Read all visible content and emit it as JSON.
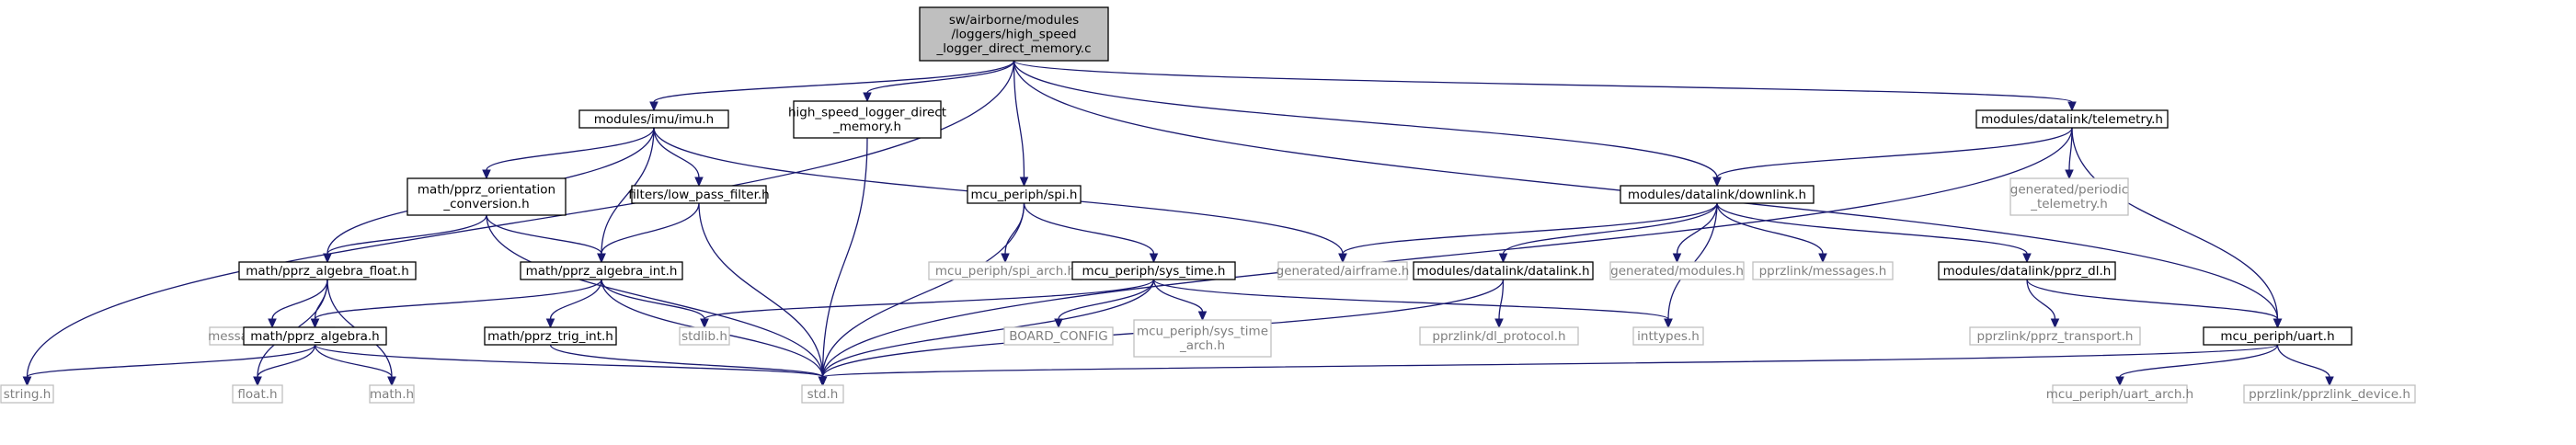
{
  "graph": {
    "nodes": [
      {
        "id": "root",
        "style": "root",
        "lines": [
          "sw/airborne/modules",
          "/loggers/high_speed",
          "_logger_direct_memory.c"
        ]
      },
      {
        "id": "imu",
        "style": "dark",
        "lines": [
          "modules/imu/imu.h"
        ]
      },
      {
        "id": "hsl",
        "style": "dark",
        "lines": [
          "high_speed_logger_direct",
          "_memory.h"
        ]
      },
      {
        "id": "telemetry",
        "style": "dark",
        "lines": [
          "modules/datalink/telemetry.h"
        ]
      },
      {
        "id": "spi",
        "style": "dark",
        "lines": [
          "mcu_periph/spi.h"
        ]
      },
      {
        "id": "orient",
        "style": "dark",
        "lines": [
          "math/pprz_orientation",
          "_conversion.h"
        ]
      },
      {
        "id": "lpf",
        "style": "dark",
        "lines": [
          "filters/low_pass_filter.h"
        ]
      },
      {
        "id": "downlink",
        "style": "dark",
        "lines": [
          "modules/datalink/downlink.h"
        ]
      },
      {
        "id": "periodic",
        "style": "grey",
        "lines": [
          "generated/periodic",
          "_telemetry.h"
        ]
      },
      {
        "id": "algfloat",
        "style": "dark",
        "lines": [
          "math/pprz_algebra_float.h"
        ]
      },
      {
        "id": "algint",
        "style": "dark",
        "lines": [
          "math/pprz_algebra_int.h"
        ]
      },
      {
        "id": "spiarch",
        "style": "grey",
        "lines": [
          "mcu_periph/spi_arch.h"
        ]
      },
      {
        "id": "systime",
        "style": "dark",
        "lines": [
          "mcu_periph/sys_time.h"
        ]
      },
      {
        "id": "airframe",
        "style": "grey",
        "lines": [
          "generated/airframe.h"
        ]
      },
      {
        "id": "datalink",
        "style": "dark",
        "lines": [
          "modules/datalink/datalink.h"
        ]
      },
      {
        "id": "genmodules",
        "style": "grey",
        "lines": [
          "generated/modules.h"
        ]
      },
      {
        "id": "messages",
        "style": "grey",
        "lines": [
          "pprzlink/messages.h"
        ]
      },
      {
        "id": "pprzdl",
        "style": "dark",
        "lines": [
          "modules/datalink/pprz_dl.h"
        ]
      },
      {
        "id": "pragmas",
        "style": "grey",
        "lines": [
          "message_pragmas.h"
        ]
      },
      {
        "id": "algebra",
        "style": "dark",
        "lines": [
          "math/pprz_algebra.h"
        ]
      },
      {
        "id": "trigint",
        "style": "dark",
        "lines": [
          "math/pprz_trig_int.h"
        ]
      },
      {
        "id": "stdlib",
        "style": "grey",
        "lines": [
          "stdlib.h"
        ]
      },
      {
        "id": "boardcfg",
        "style": "grey",
        "lines": [
          "BOARD_CONFIG"
        ]
      },
      {
        "id": "systimearch",
        "style": "grey",
        "lines": [
          "mcu_periph/sys_time",
          "_arch.h"
        ]
      },
      {
        "id": "inttypes",
        "style": "grey",
        "lines": [
          "inttypes.h"
        ]
      },
      {
        "id": "dlproto",
        "style": "grey",
        "lines": [
          "pprzlink/dl_protocol.h"
        ]
      },
      {
        "id": "transport",
        "style": "grey",
        "lines": [
          "pprzlink/pprz_transport.h"
        ]
      },
      {
        "id": "uart",
        "style": "dark",
        "lines": [
          "mcu_periph/uart.h"
        ]
      },
      {
        "id": "string",
        "style": "grey",
        "lines": [
          "string.h"
        ]
      },
      {
        "id": "float",
        "style": "grey",
        "lines": [
          "float.h"
        ]
      },
      {
        "id": "math",
        "style": "grey",
        "lines": [
          "math.h"
        ]
      },
      {
        "id": "std",
        "style": "grey",
        "lines": [
          "std.h"
        ]
      },
      {
        "id": "uartarch",
        "style": "grey",
        "lines": [
          "mcu_periph/uart_arch.h"
        ]
      },
      {
        "id": "device",
        "style": "grey",
        "lines": [
          "pprzlink/pprzlink_device.h"
        ]
      }
    ],
    "edges": [
      [
        "root",
        "imu"
      ],
      [
        "root",
        "hsl"
      ],
      [
        "root",
        "spi"
      ],
      [
        "root",
        "downlink"
      ],
      [
        "root",
        "telemetry"
      ],
      [
        "root",
        "uart"
      ],
      [
        "root",
        "string"
      ],
      [
        "imu",
        "orient"
      ],
      [
        "imu",
        "lpf"
      ],
      [
        "imu",
        "algfloat"
      ],
      [
        "imu",
        "algint"
      ],
      [
        "imu",
        "airframe"
      ],
      [
        "hsl",
        "std"
      ],
      [
        "telemetry",
        "downlink"
      ],
      [
        "telemetry",
        "periodic"
      ],
      [
        "telemetry",
        "uart"
      ],
      [
        "telemetry",
        "std"
      ],
      [
        "spi",
        "spiarch"
      ],
      [
        "spi",
        "systime"
      ],
      [
        "spi",
        "std"
      ],
      [
        "orient",
        "algfloat"
      ],
      [
        "orient",
        "algint"
      ],
      [
        "orient",
        "std"
      ],
      [
        "lpf",
        "algint"
      ],
      [
        "lpf",
        "std"
      ],
      [
        "downlink",
        "airframe"
      ],
      [
        "downlink",
        "datalink"
      ],
      [
        "downlink",
        "genmodules"
      ],
      [
        "downlink",
        "messages"
      ],
      [
        "downlink",
        "pprzdl"
      ],
      [
        "downlink",
        "inttypes"
      ],
      [
        "algfloat",
        "pragmas"
      ],
      [
        "algfloat",
        "algebra"
      ],
      [
        "algfloat",
        "float"
      ],
      [
        "algfloat",
        "math"
      ],
      [
        "algint",
        "algebra"
      ],
      [
        "algint",
        "trigint"
      ],
      [
        "algint",
        "stdlib"
      ],
      [
        "algint",
        "std"
      ],
      [
        "systime",
        "stdlib"
      ],
      [
        "systime",
        "boardcfg"
      ],
      [
        "systime",
        "systimearch"
      ],
      [
        "systime",
        "inttypes"
      ],
      [
        "systime",
        "std"
      ],
      [
        "datalink",
        "dlproto"
      ],
      [
        "datalink",
        "std"
      ],
      [
        "pprzdl",
        "transport"
      ],
      [
        "pprzdl",
        "uart"
      ],
      [
        "algebra",
        "string"
      ],
      [
        "algebra",
        "float"
      ],
      [
        "algebra",
        "math"
      ],
      [
        "algebra",
        "std"
      ],
      [
        "trigint",
        "std"
      ],
      [
        "uart",
        "std"
      ],
      [
        "uart",
        "uartarch"
      ],
      [
        "uart",
        "device"
      ]
    ]
  }
}
